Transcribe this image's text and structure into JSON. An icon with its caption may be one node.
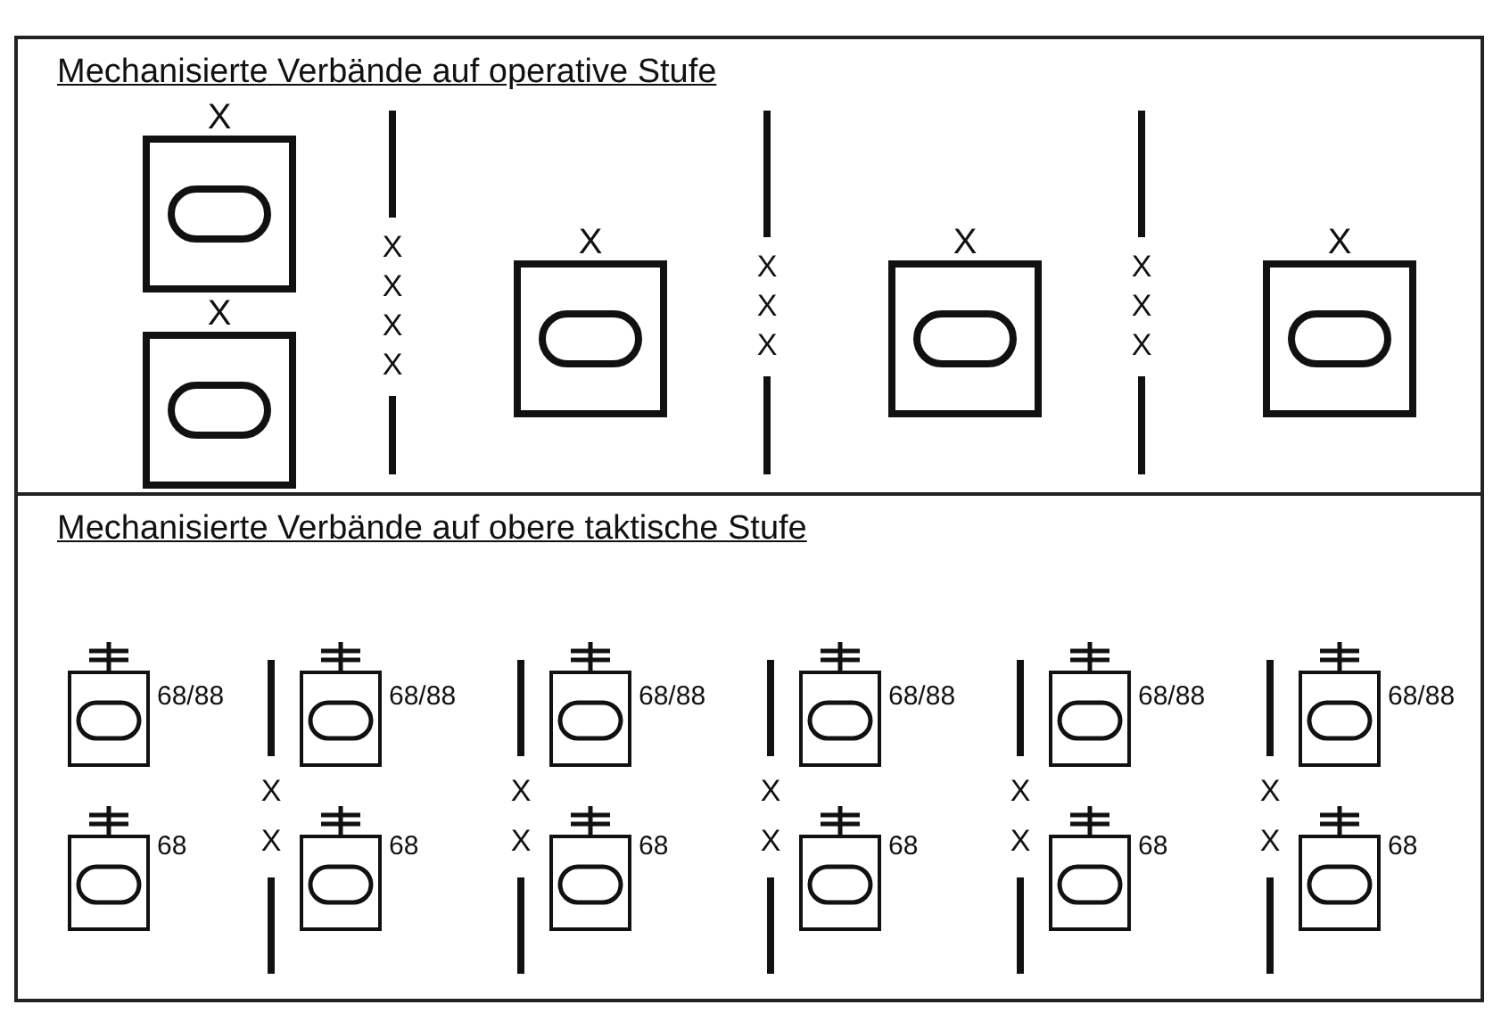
{
  "diagram": {
    "nodes": [
      {
        "text": [
          "Mechanisierte Verbände auf operative Stufe"
        ]
      },
      {
        "text": [
          "X"
        ],
        "in": 0
      },
      {
        "text": [
          "X"
        ],
        "in": 0
      },
      {
        "text": [
          "X"
        ],
        "in": 0
      },
      {
        "text": [
          "X"
        ],
        "in": 0
      },
      {
        "text": [
          "X"
        ],
        "in": 0
      },
      {
        "text": [
          "Mechanisierte Verbände auf obere taktische Stufe"
        ]
      },
      {
        "text": [],
        "shape": "box",
        "in": 6,
        "beside": [
          "68/88"
        ]
      },
      {
        "text": [],
        "shape": "box",
        "in": 6,
        "beside": [
          "68/88"
        ]
      },
      {
        "text": [],
        "shape": "box",
        "in": 6,
        "beside": [
          "68/88"
        ]
      },
      {
        "text": [],
        "shape": "box",
        "in": 6,
        "beside": [
          "68/88"
        ]
      },
      {
        "text": [],
        "shape": "box",
        "in": 6,
        "beside": [
          "68/88"
        ]
      },
      {
        "text": [],
        "shape": "box",
        "in": 6,
        "beside": [
          "68/88"
        ]
      },
      {
        "text": [],
        "shape": "box",
        "in": 6,
        "beside": [
          "68"
        ]
      },
      {
        "text": [],
        "shape": "box",
        "in": 6,
        "beside": [
          "68"
        ]
      },
      {
        "text": [],
        "shape": "box",
        "in": 6,
        "beside": [
          "68"
        ]
      },
      {
        "text": [],
        "shape": "box",
        "in": 6,
        "beside": [
          "68"
        ]
      },
      {
        "text": [],
        "shape": "box",
        "in": 6,
        "beside": [
          "68"
        ]
      },
      {
        "text": [],
        "shape": "box",
        "in": 6,
        "beside": [
          "68"
        ]
      }
    ],
    "edges": [],
    "labels": [
      "XXXX",
      "XXX",
      "XXX",
      "XX",
      "XX",
      "XX",
      "XX",
      "XX"
    ]
  }
}
